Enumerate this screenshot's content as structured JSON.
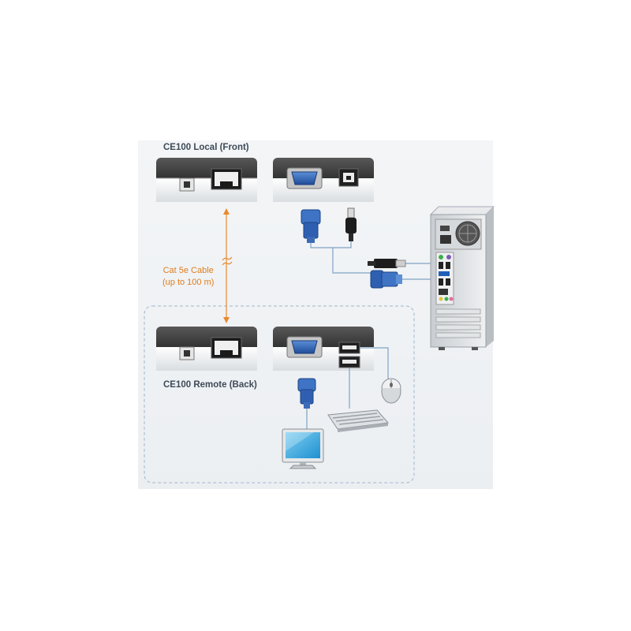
{
  "labels": {
    "local_unit": "CE100 Local (Front)",
    "remote_unit": "CE100 Remote (Back)",
    "cable_line1": "Cat 5e Cable",
    "cable_line2": "(up to 100 m)"
  },
  "colors": {
    "cable_orange": "#e88a2e",
    "connection_line": "#7fa3c4",
    "dashed_border": "#9fb6cc",
    "vga_blue": "#2f5fb0",
    "unit_body": "#3b3b3b"
  },
  "icons": {
    "pc": "pc-tower-icon",
    "monitor": "monitor-icon",
    "keyboard": "keyboard-icon",
    "mouse": "mouse-icon"
  }
}
